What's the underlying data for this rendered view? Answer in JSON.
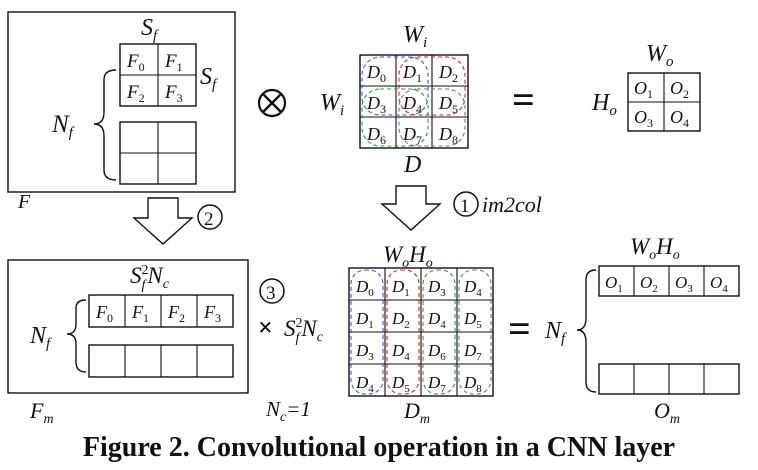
{
  "F_sf_top": "S",
  "F_sf_sub": "f",
  "F_sf_right": "S",
  "F_sf_right_sub": "f",
  "F_nf": "N",
  "F_nf_sub": "f",
  "F_label": "F",
  "F_cells": [
    [
      "F",
      "0"
    ],
    [
      "F",
      "1"
    ],
    [
      "F",
      "2"
    ],
    [
      "F",
      "3"
    ]
  ],
  "op_times_symbol": "⊗",
  "D_wi_top": "W",
  "D_wi_top_sub": "i",
  "D_wi_left": "W",
  "D_wi_left_sub": "i",
  "D_label": "D",
  "D_cells": [
    [
      "D",
      "0"
    ],
    [
      "D",
      "1"
    ],
    [
      "D",
      "2"
    ],
    [
      "D",
      "3"
    ],
    [
      "D",
      "4"
    ],
    [
      "D",
      "5"
    ],
    [
      "D",
      "6"
    ],
    [
      "D",
      "7"
    ],
    [
      "D",
      "8"
    ]
  ],
  "op_equals": "=",
  "O_wo_top": "W",
  "O_wo_sub": "o",
  "O_ho": "H",
  "O_ho_sub": "o",
  "O_cells": [
    [
      "O",
      "1"
    ],
    [
      "O",
      "2"
    ],
    [
      "O",
      "3"
    ],
    [
      "O",
      "4"
    ]
  ],
  "step1_num": "1",
  "step1_text": "im2col",
  "step2_num": "2",
  "step3_num": "3",
  "Fm_top_S": "S",
  "Fm_top_sup": "2",
  "Fm_top_sub": "f",
  "Fm_top_N": "N",
  "Fm_top_Nsub": "c",
  "Fm_nf": "N",
  "Fm_nf_sub": "f",
  "Fm_label": "F",
  "Fm_label_sub": "m",
  "Fm_cells": [
    [
      "F",
      "0"
    ],
    [
      "F",
      "1"
    ],
    [
      "F",
      "2"
    ],
    [
      "F",
      "3"
    ]
  ],
  "mult_text": "×",
  "mult_S": "S",
  "mult_sup": "2",
  "mult_sub": "f",
  "mult_N": "N",
  "mult_Nsub": "c",
  "Dm_top_W": "W",
  "Dm_top_Wsub": "o",
  "Dm_top_H": "H",
  "Dm_top_Hsub": "o",
  "Dm_label": "D",
  "Dm_label_sub": "m",
  "Dm_rows": [
    [
      [
        "D",
        "0"
      ],
      [
        "D",
        "1"
      ],
      [
        "D",
        "3"
      ],
      [
        "D",
        "4"
      ]
    ],
    [
      [
        "D",
        "1"
      ],
      [
        "D",
        "2"
      ],
      [
        "D",
        "4"
      ],
      [
        "D",
        "5"
      ]
    ],
    [
      [
        "D",
        "3"
      ],
      [
        "D",
        "4"
      ],
      [
        "D",
        "6"
      ],
      [
        "D",
        "7"
      ]
    ],
    [
      [
        "D",
        "4"
      ],
      [
        "D",
        "5"
      ],
      [
        "D",
        "7"
      ],
      [
        "D",
        "8"
      ]
    ]
  ],
  "nc_text": "N",
  "nc_sub": "c",
  "nc_val": "=1",
  "eq2": "=",
  "Om_nf": "N",
  "Om_nf_sub": "f",
  "Om_top_W": "W",
  "Om_top_Wsub": "o",
  "Om_top_H": "H",
  "Om_top_Hsub": "o",
  "Om_label": "O",
  "Om_label_sub": "m",
  "Om_cells": [
    [
      "O",
      "1"
    ],
    [
      "O",
      "2"
    ],
    [
      "O",
      "3"
    ],
    [
      "O",
      "4"
    ]
  ],
  "caption": "Figure 2. Convolutional operation in a CNN layer"
}
